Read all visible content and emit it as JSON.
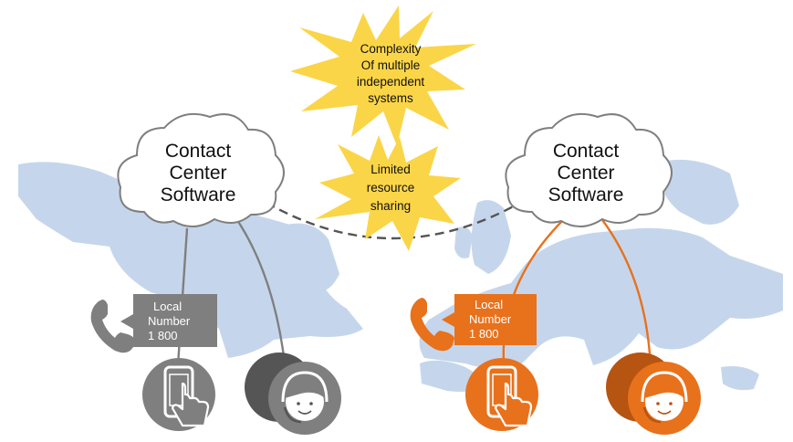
{
  "clouds": {
    "left": {
      "lines": [
        "Contact",
        "Center",
        "Software"
      ]
    },
    "right": {
      "lines": [
        "Contact",
        "Center",
        "Software"
      ]
    }
  },
  "bursts": {
    "top": {
      "lines": [
        "Complexity",
        "Of multiple",
        "independent",
        "systems"
      ]
    },
    "bottom": {
      "lines": [
        "Limited",
        "resource",
        "sharing"
      ]
    }
  },
  "number_boxes": {
    "left": {
      "lines": [
        "Local",
        "Number",
        "1 800"
      ]
    },
    "right": {
      "lines": [
        "Local",
        "Number",
        "1 800"
      ]
    }
  },
  "colors": {
    "left_site": "#7f7f7f",
    "left_site_dark": "#555555",
    "right_site": "#e8711c",
    "right_site_dark": "#b65412",
    "burst": "#fbd548",
    "map": "#c5d6ec",
    "dashed_link": "#555555"
  },
  "icons": {
    "cloud": "cloud-icon",
    "phone": "phone-icon",
    "mobile": "touch-phone-icon",
    "agent": "headset-agent-icon"
  }
}
